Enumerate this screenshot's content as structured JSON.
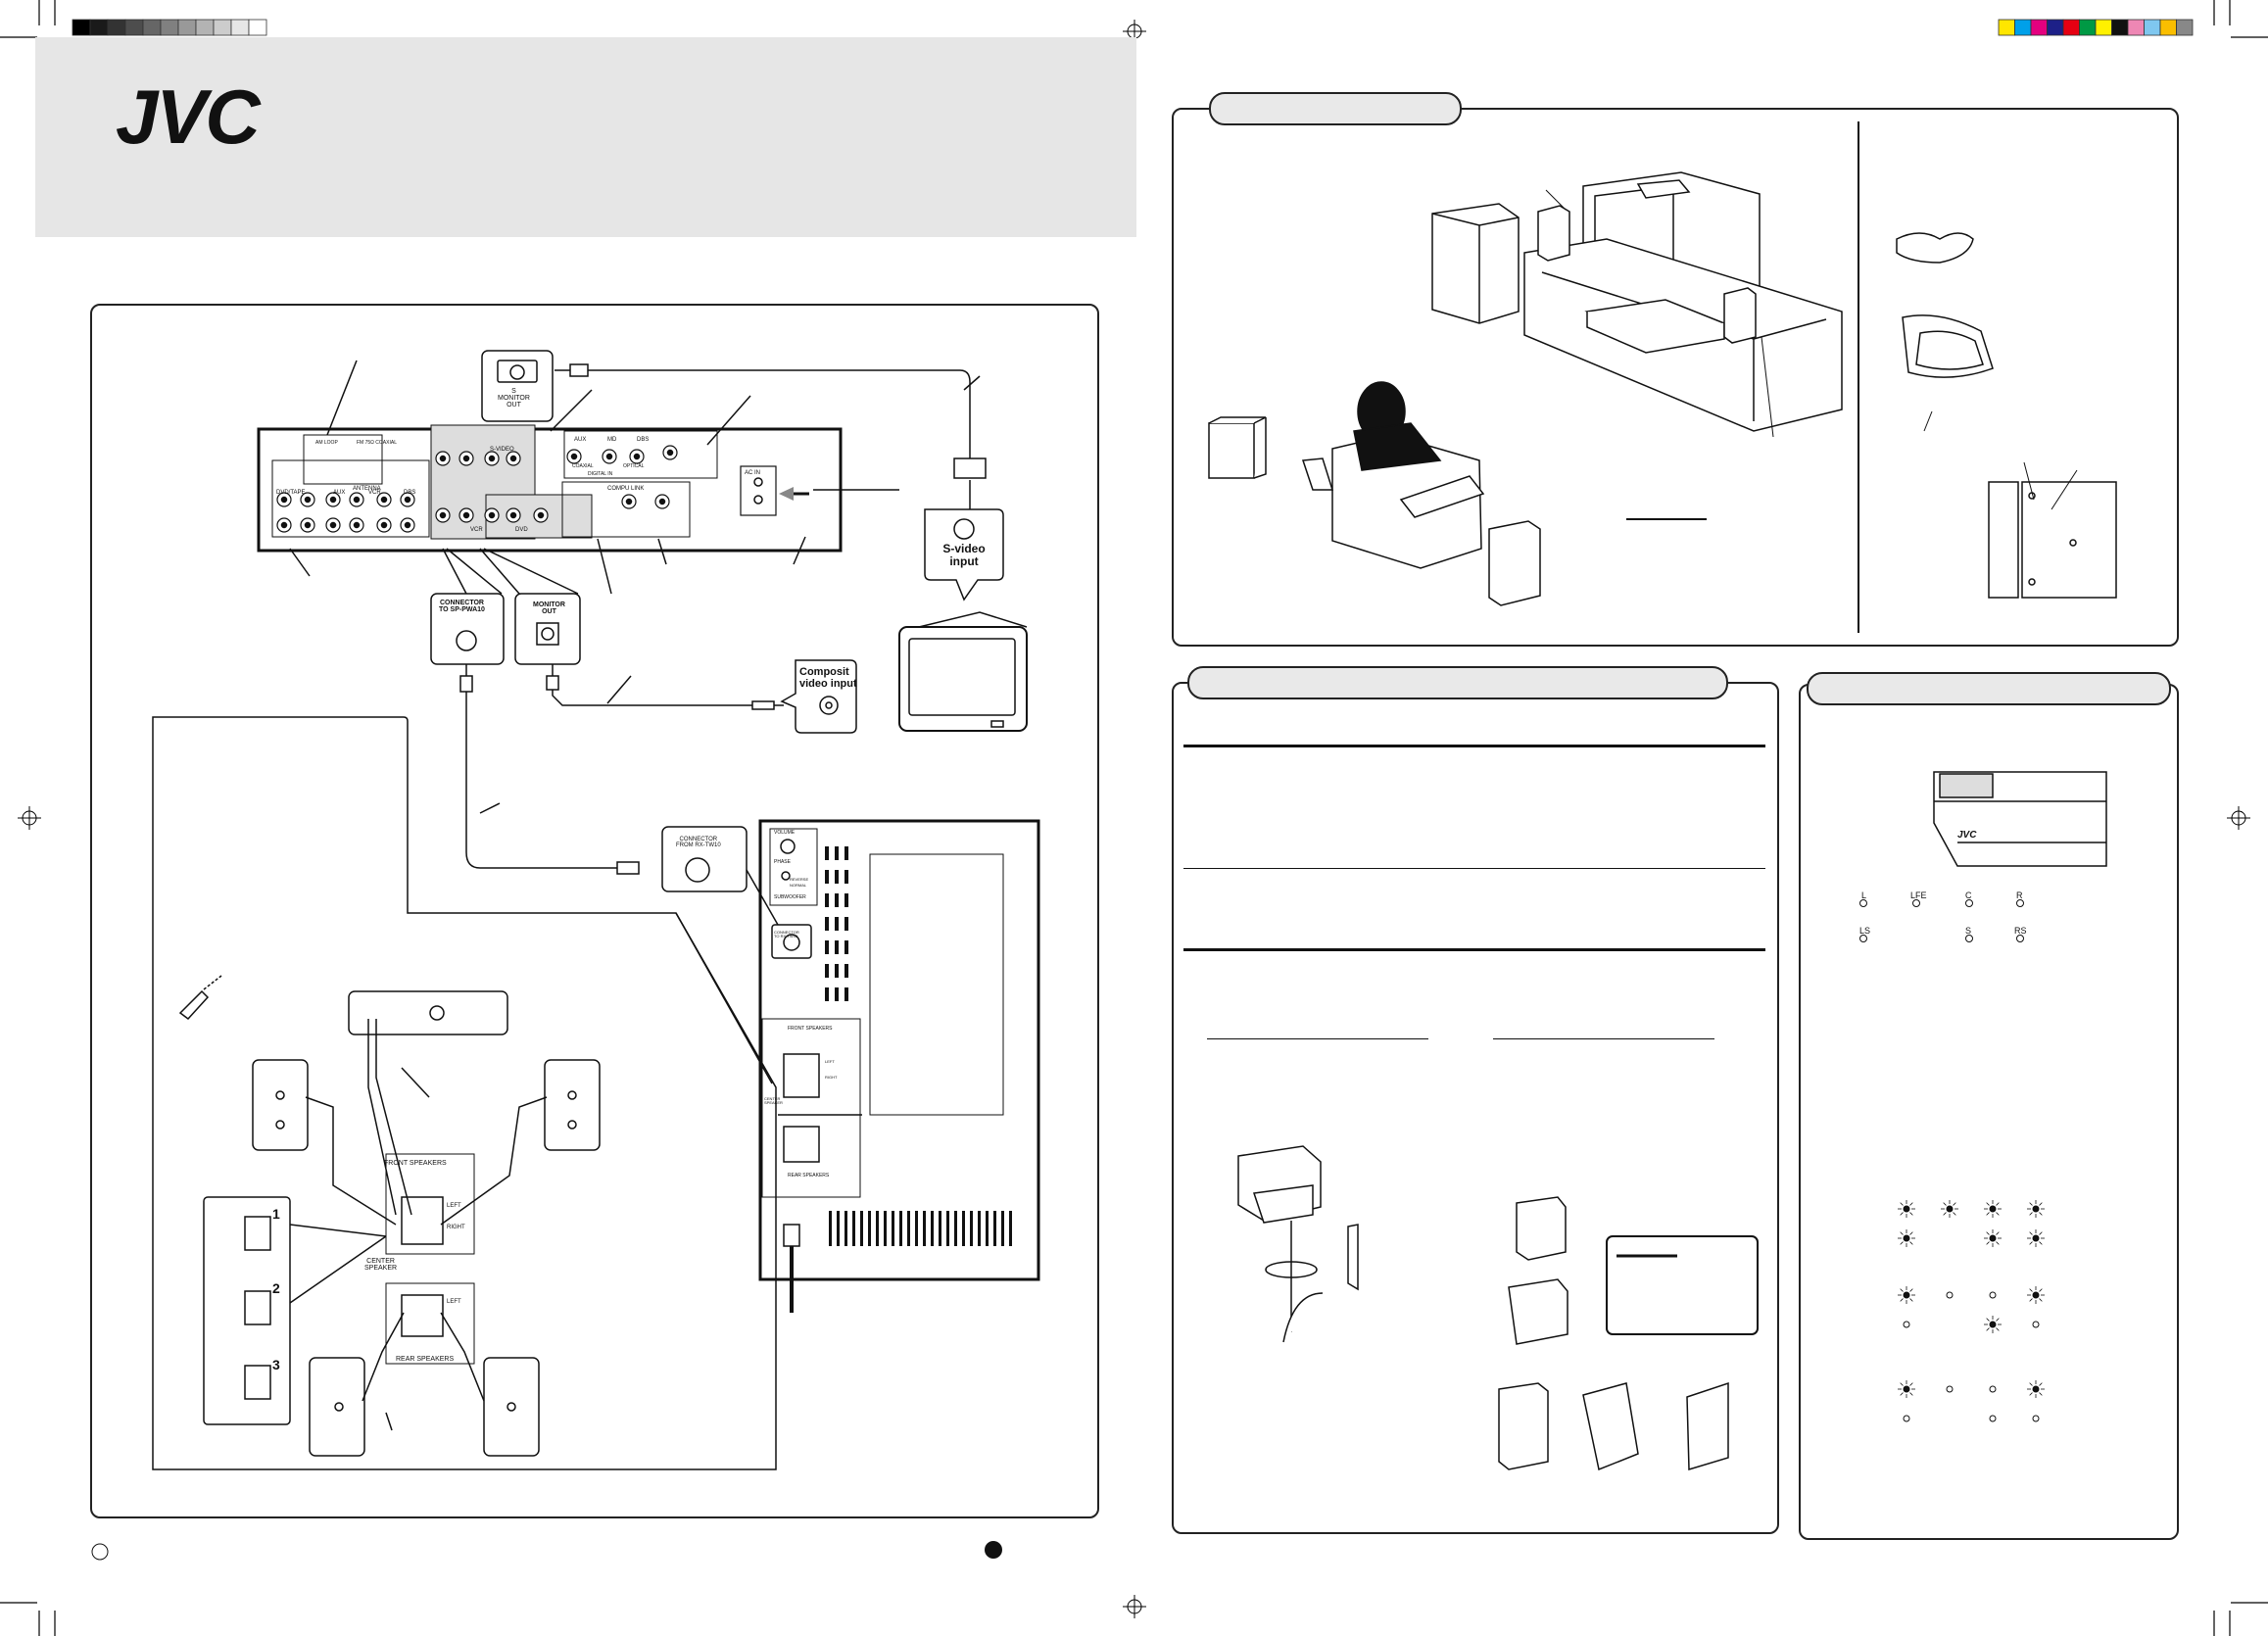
{
  "brand": {
    "logo": "JVC"
  },
  "colors": {
    "header_bg": "#e6e6e6",
    "tab_bg": "#e9e9e9",
    "gray_swatches": [
      "#000000",
      "#1a1a1a",
      "#333333",
      "#4d4d4d",
      "#666666",
      "#808080",
      "#999999",
      "#b3b3b3",
      "#cccccc",
      "#e6e6e6",
      "#ffffff"
    ],
    "color_swatches": [
      "#ffe600",
      "#00a0e9",
      "#e4007f",
      "#1d2088",
      "#e60012",
      "#009944",
      "#fff100",
      "#111111",
      "#ee87b4",
      "#7fc7ef",
      "#fabe00",
      "#888888"
    ]
  },
  "receiver_panel": {
    "monitor_out_top": "S\nMONITOR\nOUT",
    "sections": [
      "DVD/TAPE",
      "AUX",
      "VCR",
      "DBS",
      "ANTENNA",
      "FM 75Ω COAXIAL",
      "AM LOOP"
    ],
    "video_sections": [
      "VCR",
      "DVD",
      "S-VIDEO"
    ],
    "connector_to_sp": "CONNECTOR\nTO SP-PWA10",
    "monitor_out": "MONITOR\nOUT",
    "digital_in": [
      "AUX",
      "MD",
      "DBS",
      "COAXIAL",
      "OPTICAL",
      "DIGITAL IN"
    ],
    "compu_link": "COMPU LINK",
    "ac_in": "AC IN"
  },
  "tv": {
    "s_video_input": "S-video\ninput",
    "composite_video_input": "Composit\nvideo input"
  },
  "subwoofer_panel": {
    "connector_from": "CONNECTOR\nFROM RX-TW10",
    "volume": "VOLUME",
    "phase": "PHASE",
    "phase_options": [
      "REVERSE",
      "NORMAL"
    ],
    "subwoofer": "SUBWOOFER",
    "connector_to": "CONNECTOR\nTO RX-TW10",
    "front_speakers": "FRONT SPEAKERS",
    "rear_speakers": "REAR SPEAKERS",
    "center_speaker": "CENTER\nSPEAKER",
    "left": "LEFT",
    "right": "RIGHT"
  },
  "speaker_wiring": {
    "front_speakers": "FRONT SPEAKERS",
    "rear_speakers": "REAR SPEAKERS",
    "center_speaker": "CENTER\nSPEAKER",
    "left": "LEFT",
    "right": "RIGHT",
    "steps": [
      "1",
      "2",
      "3"
    ]
  },
  "indicator_panel": {
    "brand": "JVC",
    "row1": [
      "L",
      "LFE",
      "C",
      "R"
    ],
    "row2": [
      "LS",
      "S",
      "RS"
    ]
  }
}
